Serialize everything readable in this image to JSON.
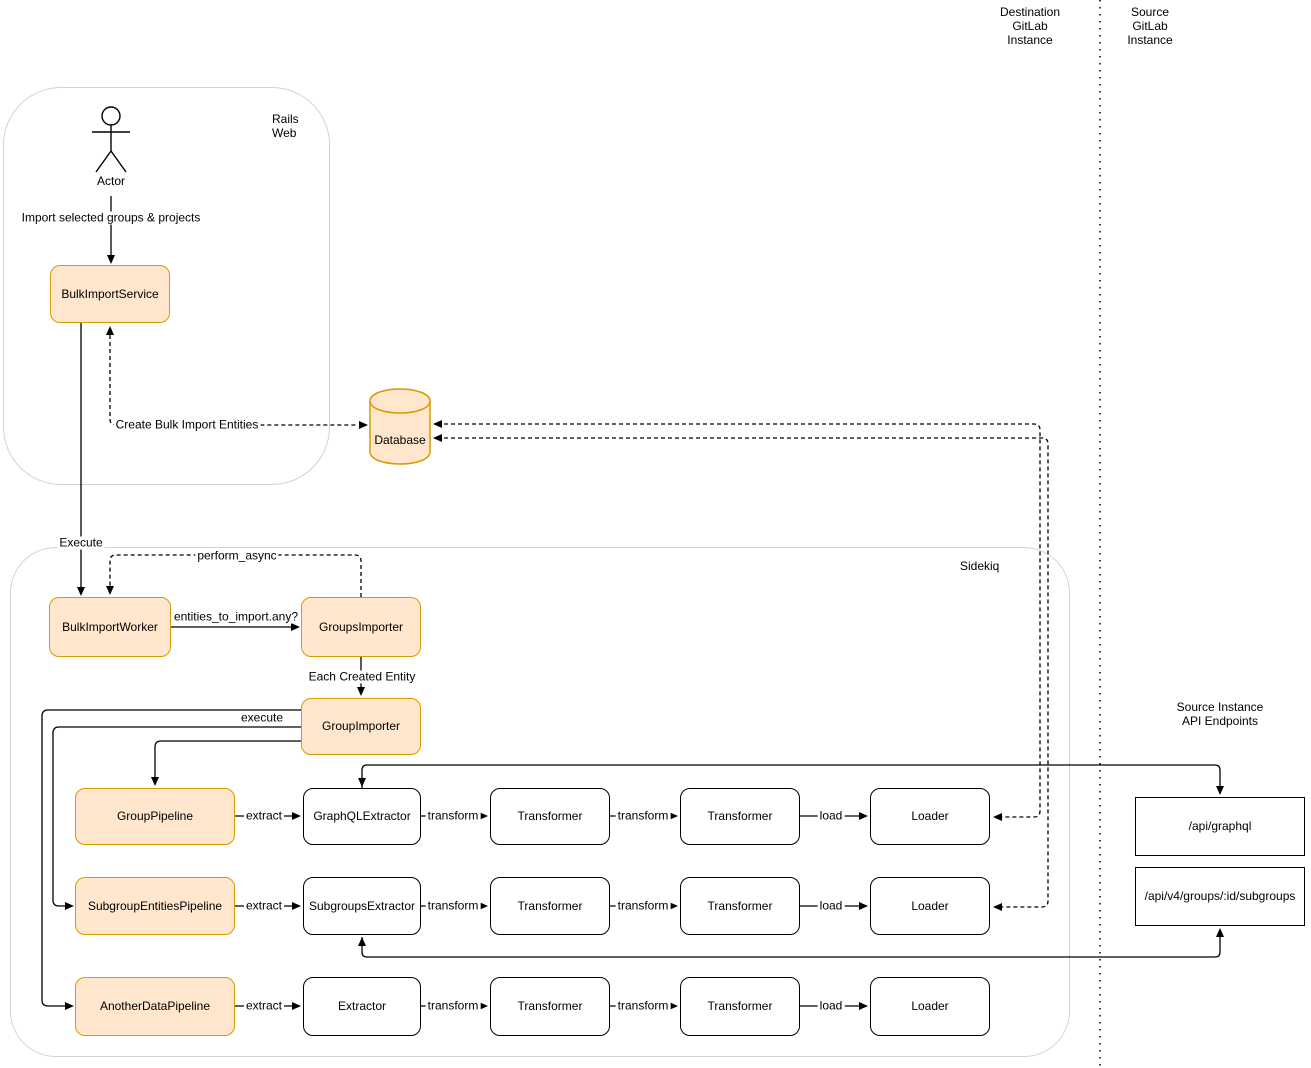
{
  "header": {
    "destination_instance": "Destination\nGitLab\nInstance",
    "source_instance": "Source\nGitLab\nInstance"
  },
  "containers": {
    "rails_web": {
      "label": "Rails\nWeb"
    },
    "sidekiq": {
      "label": "Sidekiq"
    },
    "api_endpoints": {
      "title": "Source Instance API Endpoints"
    }
  },
  "actor": {
    "label": "Actor"
  },
  "nodes": {
    "bulk_import_service": {
      "label": "BulkImportService"
    },
    "database": {
      "label": "Database"
    },
    "bulk_import_worker": {
      "label": "BulkImportWorker"
    },
    "groups_importer": {
      "label": "GroupsImporter"
    },
    "group_importer": {
      "label": "GroupImporter"
    },
    "api_graphql": {
      "label": "/api/graphql"
    },
    "api_subgroups": {
      "label": "/api/v4/groups/:id/subgroups"
    }
  },
  "edge_labels": {
    "import_selected": "Import selected groups & projects",
    "create_bulk_import_entities": "Create Bulk Import Entities",
    "execute": "Execute",
    "perform_async": "perform_async",
    "entities_to_import": "entities_to_import.any?",
    "each_created_entity": "Each Created Entity",
    "execute_pipeline": "execute"
  },
  "pipeline_rows": [
    {
      "pipeline": "GroupPipeline",
      "extractor": "GraphQLExtractor",
      "transformer1": "Transformer",
      "transformer2": "Transformer",
      "loader": "Loader",
      "extract_label": "extract",
      "transform_label1": "transform",
      "transform_label2": "transform",
      "load_label": "load"
    },
    {
      "pipeline": "SubgroupEntitiesPipeline",
      "extractor": "SubgroupsExtractor",
      "transformer1": "Transformer",
      "transformer2": "Transformer",
      "loader": "Loader",
      "extract_label": "extract",
      "transform_label1": "transform",
      "transform_label2": "transform",
      "load_label": "load"
    },
    {
      "pipeline": "AnotherDataPipeline",
      "extractor": "Extractor",
      "transformer1": "Transformer",
      "transformer2": "Transformer",
      "loader": "Loader",
      "extract_label": "extract",
      "transform_label1": "transform",
      "transform_label2": "transform",
      "load_label": "load"
    }
  ],
  "colors": {
    "node_fill": "#FFE6CC",
    "node_stroke": "#D79B00"
  }
}
